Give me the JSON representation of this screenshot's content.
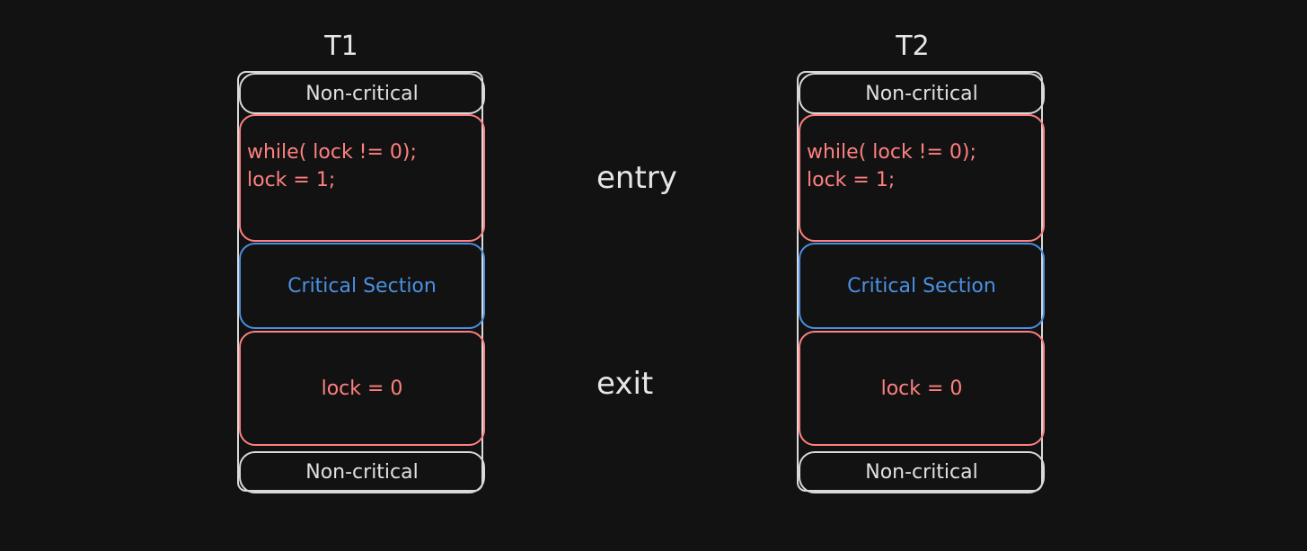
{
  "threads": [
    {
      "title": "T1",
      "non_critical_top": "Non-critical",
      "entry_lines": [
        "while( lock != 0);",
        "lock = 1;"
      ],
      "critical": "Critical Section",
      "exit": "lock = 0",
      "non_critical_bottom": "Non-critical"
    },
    {
      "title": "T2",
      "non_critical_top": "Non-critical",
      "entry_lines": [
        "while( lock != 0);",
        "lock = 1;"
      ],
      "critical": "Critical Section",
      "exit": "lock = 0",
      "non_critical_bottom": "Non-critical"
    }
  ],
  "labels": {
    "entry": "entry",
    "exit": "exit"
  },
  "colors": {
    "background": "#121212",
    "outline": "#d9d9d9",
    "entry_exit": "#ff8080",
    "critical": "#4a90e2"
  }
}
